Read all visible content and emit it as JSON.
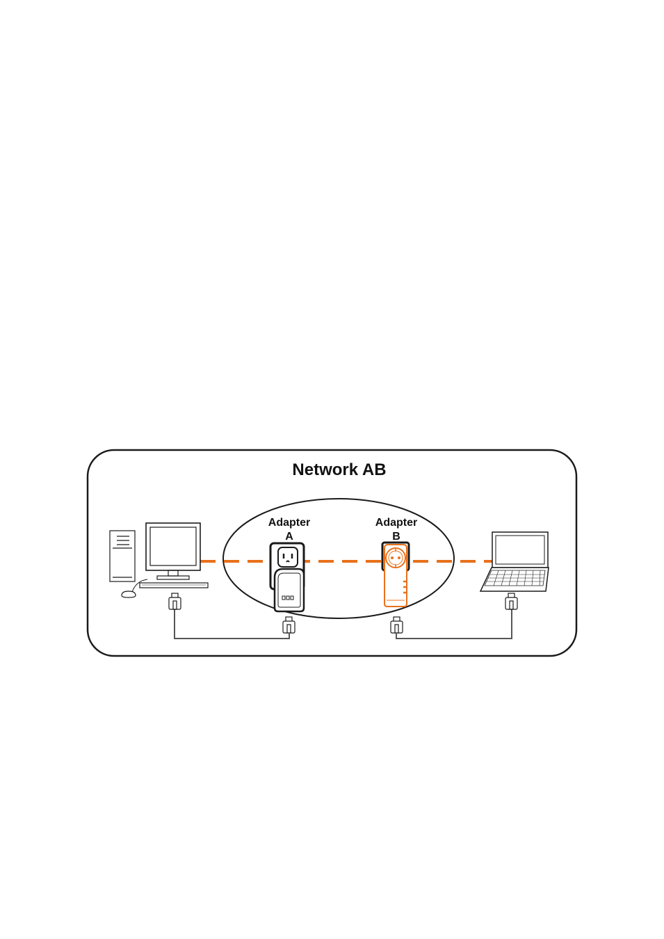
{
  "diagram": {
    "title": "Network AB",
    "adapter_a": {
      "line1": "Adapter",
      "line2": "A"
    },
    "adapter_b": {
      "line1": "Adapter",
      "line2": "B"
    },
    "colors": {
      "powerline": "#E8711C",
      "outline": "#1a1a1a",
      "cable": "#555555"
    },
    "icons": [
      "desktop-computer-icon",
      "wall-outlet-icon",
      "powerline-adapter-icon",
      "schuko-adapter-icon",
      "laptop-icon",
      "ethernet-plug-icon"
    ]
  }
}
